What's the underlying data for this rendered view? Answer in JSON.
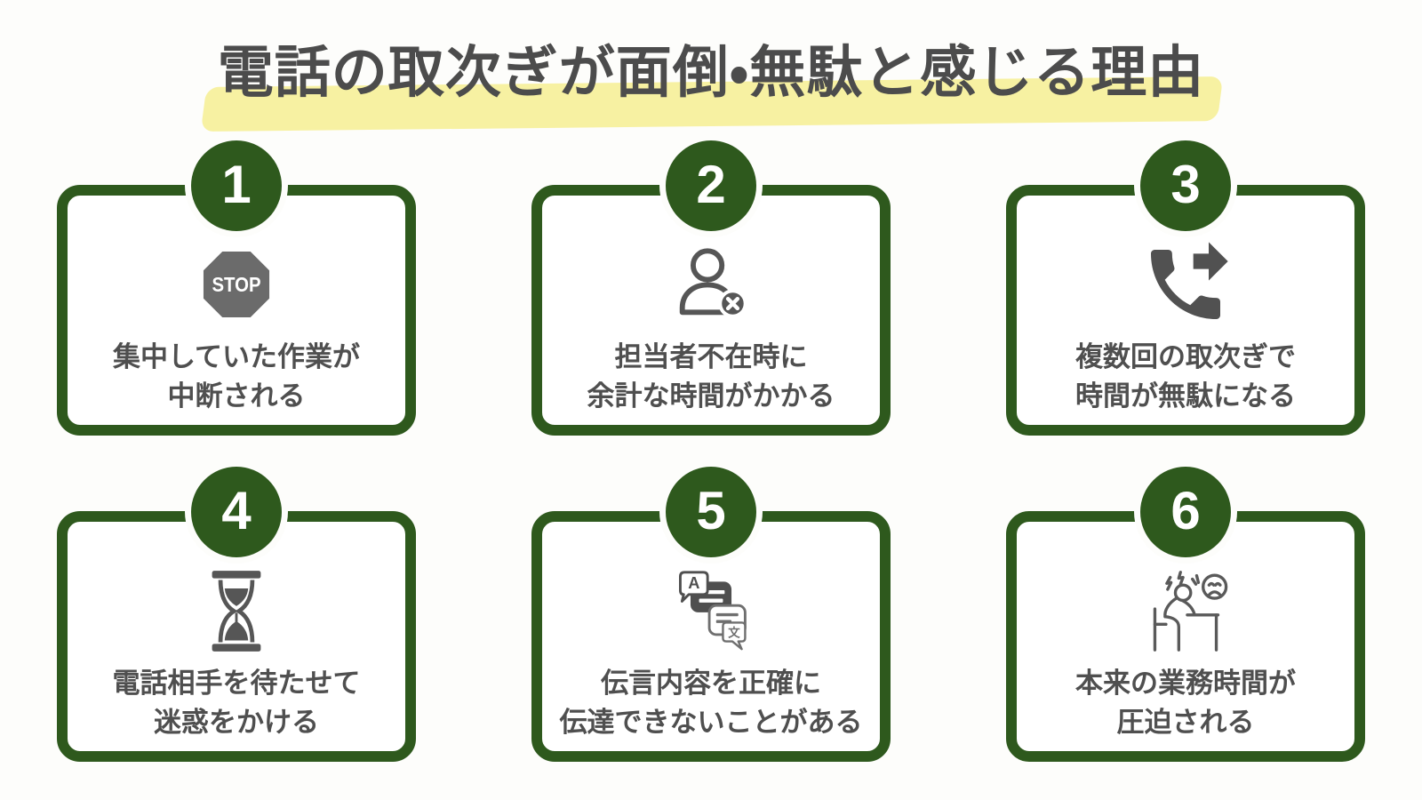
{
  "page": {
    "title": "電話の取次ぎが面倒・無駄と感じる理由",
    "background": "#fdfdfb"
  },
  "colors": {
    "card_border_green": "#2e591d",
    "badge_green": "#2e591d",
    "highlight_yellow": "#f7f1a2",
    "title_text": "#4c4c4c",
    "card_text": "#4f4f4f",
    "icon_gray": "#565656"
  },
  "icon_labels": {
    "stop": "STOP",
    "translate_back_letter": "A",
    "translate_front_letter": "文"
  },
  "cards": [
    {
      "number": "1",
      "icon": "stop-sign-icon",
      "lines": [
        "集中していた作業が",
        "中断される"
      ]
    },
    {
      "number": "2",
      "icon": "absent-person-icon",
      "lines": [
        "担当者不在時に",
        "余計な時間がかかる"
      ]
    },
    {
      "number": "3",
      "icon": "call-transfer-icon",
      "lines": [
        "複数回の取次ぎで",
        "時間が無駄になる"
      ]
    },
    {
      "number": "4",
      "icon": "hourglass-icon",
      "lines": [
        "電話相手を待たせて",
        "迷惑をかける"
      ]
    },
    {
      "number": "5",
      "icon": "message-relay-icon",
      "lines": [
        "伝言内容を正確に",
        "伝達できないことがある"
      ]
    },
    {
      "number": "6",
      "icon": "stressed-worker-icon",
      "lines": [
        "本来の業務時間が",
        "圧迫される"
      ]
    }
  ]
}
